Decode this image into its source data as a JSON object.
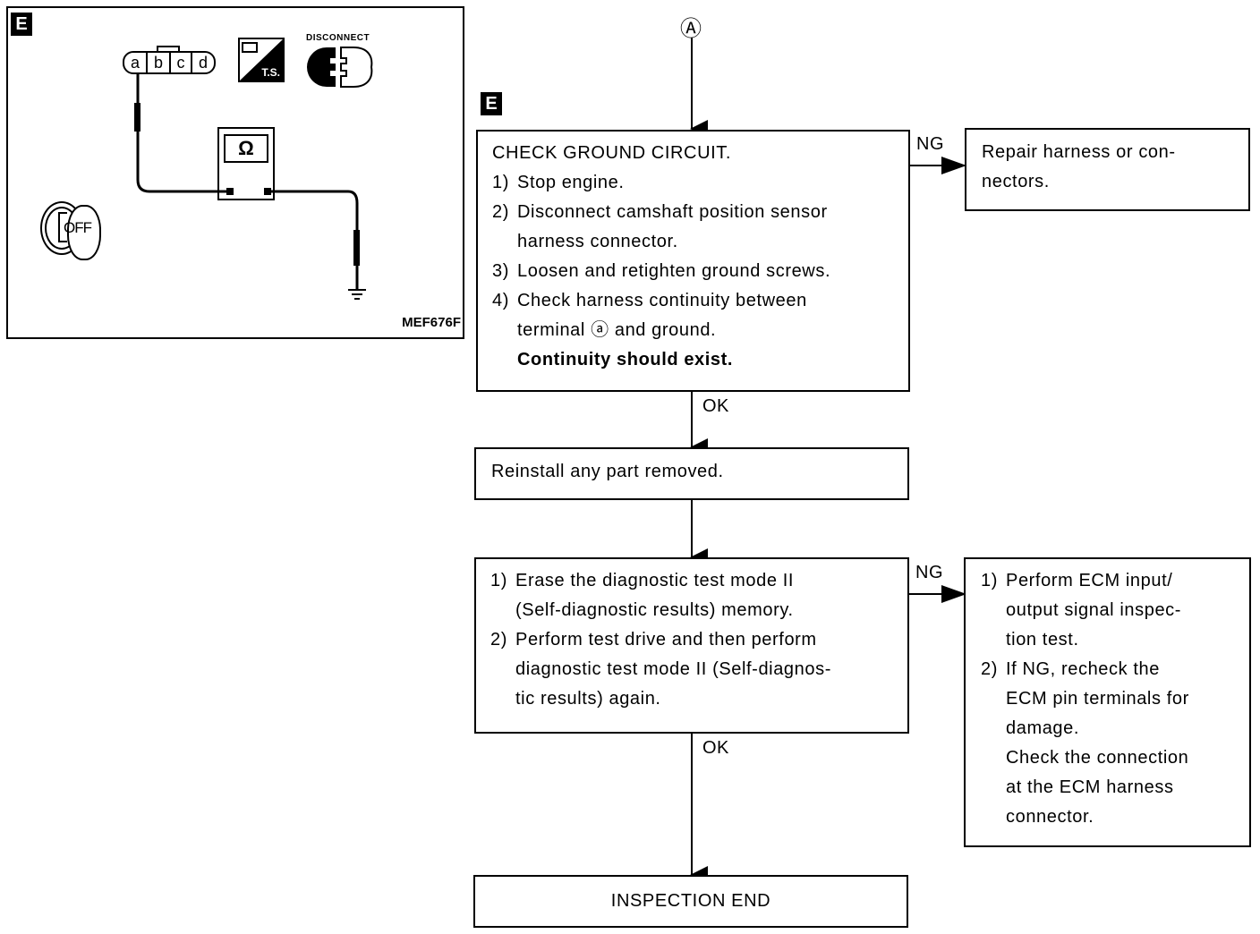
{
  "figure": {
    "section_badge": "E",
    "code": "MEF676F",
    "connector_pins": [
      "a",
      "b",
      "c",
      "d"
    ],
    "meter_symbol": "Ω",
    "ignition_state": "OFF",
    "tester_label": "T.S.",
    "disconnect_label": "DISCONNECT",
    "icons": [
      "harness-connector-icon",
      "tester-icon",
      "disconnect-icon",
      "ohmmeter-icon",
      "ignition-key-off-icon",
      "ground-icon"
    ]
  },
  "flow": {
    "entry_marker": "Ⓐ",
    "section_badge": "E",
    "step1": {
      "title": "CHECK GROUND CIRCUIT.",
      "items": [
        {
          "num": "1)",
          "lines": [
            "Stop engine."
          ]
        },
        {
          "num": "2)",
          "lines": [
            "Disconnect camshaft position sensor",
            "harness connector."
          ]
        },
        {
          "num": "3)",
          "lines": [
            "Loosen and retighten ground screws."
          ]
        },
        {
          "num": "4)",
          "lines": [
            "Check harness continuity between",
            "terminal ⓐ and ground."
          ]
        }
      ],
      "emphasis": "Continuity should exist."
    },
    "step1_ng": {
      "label": "NG",
      "text_lines": [
        "Repair harness or con-",
        "nectors."
      ]
    },
    "step1_ok": "OK",
    "step2": {
      "text": "Reinstall any part removed."
    },
    "step3": {
      "items": [
        {
          "num": "1)",
          "lines": [
            "Erase the diagnostic test mode II",
            "(Self-diagnostic results) memory."
          ]
        },
        {
          "num": "2)",
          "lines": [
            "Perform test drive and then perform",
            "diagnostic test mode II (Self-diagnos-",
            "tic results) again."
          ]
        }
      ]
    },
    "step3_ng": {
      "label": "NG",
      "items": [
        {
          "num": "1)",
          "lines": [
            "Perform ECM input/",
            "output signal inspec-",
            "tion test."
          ]
        },
        {
          "num": "2)",
          "lines": [
            "If NG, recheck the",
            "ECM pin terminals for",
            "damage.",
            "Check the connection",
            "at the ECM harness",
            "connector."
          ]
        }
      ]
    },
    "step3_ok": "OK",
    "end": "INSPECTION END"
  }
}
